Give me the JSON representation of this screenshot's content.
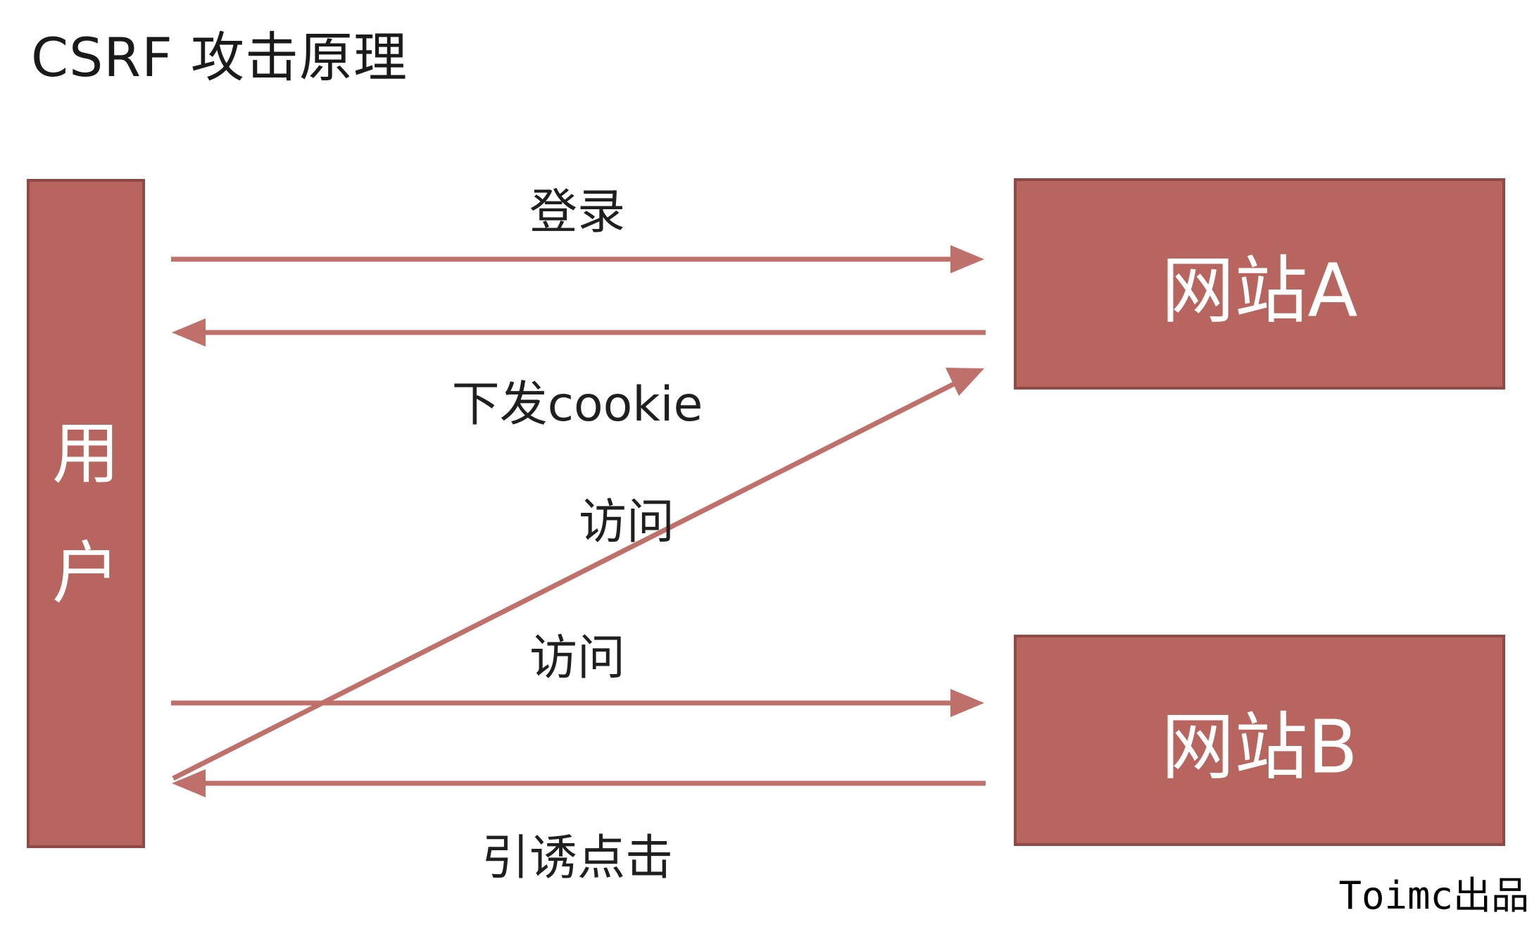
{
  "title": "CSRF  攻击原理",
  "nodes": {
    "user": "用户",
    "site_a": "网站A",
    "site_b": "网站B"
  },
  "edges": {
    "login": "登录",
    "set_cookie": "下发cookie",
    "visit_a": "访问",
    "visit_b": "访问",
    "lure_click": "引诱点击"
  },
  "watermark": "Toimc出品",
  "colors": {
    "box_fill": "#b86560",
    "arrow": "#c0706b",
    "text_on_box": "#ffffff"
  }
}
